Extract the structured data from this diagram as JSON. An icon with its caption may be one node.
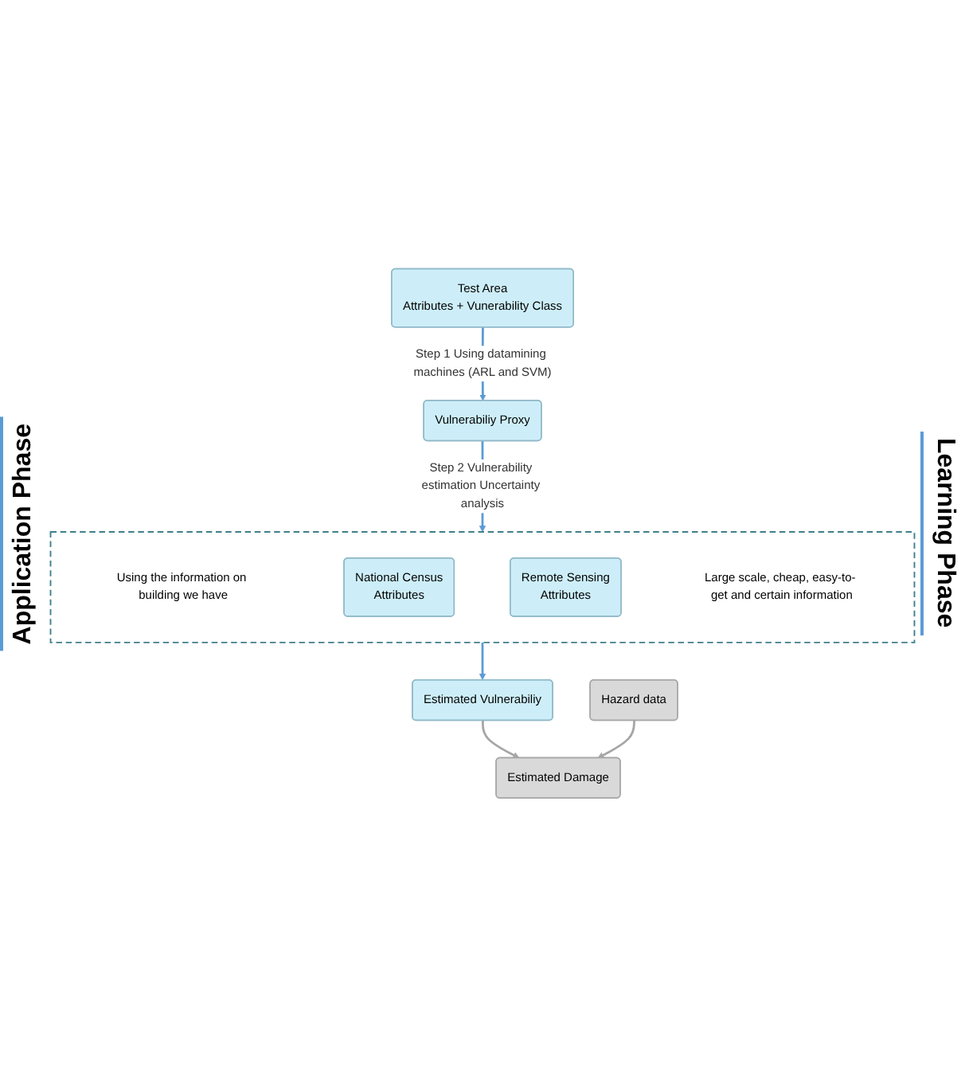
{
  "diagram": {
    "nodes": [
      {
        "text": [
          "Test Area",
          "Attributes + Vunerability Class"
        ]
      },
      {
        "text": [
          "Vulnerabiliy Proxy"
        ]
      },
      {
        "text": [
          "Using the information on building we have",
          "Large scale, cheap, easy-to- get and certain information"
        ]
      },
      {
        "text": [
          "National Census",
          "Attributes"
        ],
        "in": 2
      },
      {
        "text": [
          "Remote Sensing",
          "Attributes"
        ],
        "in": 2
      },
      {
        "text": [
          "Estimated Vulnerabiliy"
        ]
      },
      {
        "text": [
          "Estimated Damage"
        ]
      },
      {
        "text": [
          "Hazard data"
        ]
      }
    ],
    "edges": [
      {
        "from": 0,
        "to": 1,
        "arrow": "to",
        "label": "Step 1 Using datamining machines (ARL and SVM)"
      },
      {
        "from": 1,
        "to": 2,
        "arrow": "to",
        "label": "Step 2 Vulnerability estimation Uncertainty analysis"
      },
      {
        "from": 2,
        "to": 5,
        "arrow": "to"
      },
      {
        "from": 5,
        "to": 6,
        "arrow": "to",
        "color": "#a6a6a6"
      },
      {
        "from": 7,
        "to": 6,
        "arrow": "to",
        "color": "#a6a6a6"
      }
    ],
    "labels": [
      "Learning Phase",
      "Application Phase"
    ]
  }
}
